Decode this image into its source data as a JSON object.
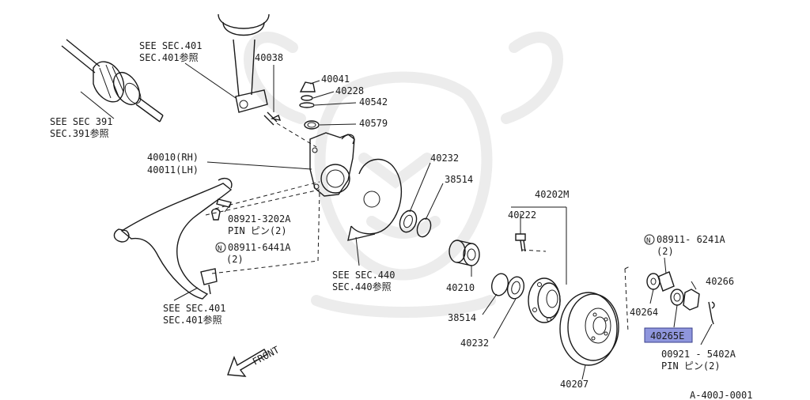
{
  "labels": {
    "see_sec401_top": "SEE  SEC.401",
    "sec401_top_jp": "SEC.401参照",
    "see_sec391": "SEE SEC 391",
    "sec391_jp": "SEC.391参照",
    "p40038": "40038",
    "p40041": "40041",
    "p40228": "40228",
    "p40542": "40542",
    "p40579": "40579",
    "p40010": "40010(RH)",
    "p40011": "40011(LH)",
    "p40232_top": "40232",
    "p38514_top": "38514",
    "p08921_3202a": "08921-3202A",
    "pin_2_a": "PIN ピン(2)",
    "p08911_6441a": "08911-6441A",
    "qty_2_a": "(2)",
    "see_sec440": "SEE SEC.440",
    "sec440_jp": "SEC.440参照",
    "p40202m": "40202M",
    "p40222": "40222",
    "p40210": "40210",
    "p38514_bottom": "38514",
    "p40232_bottom": "40232",
    "see_sec401_bottom": "SEE SEC.401",
    "sec401_bottom_jp": "SEC.401参照",
    "front": "FRONT",
    "p08911_6241a": "08911- 6241A",
    "qty_2_b": "(2)",
    "p40266": "40266",
    "p40264": "40264",
    "p40265e": "40265E",
    "p00921_5402a": "00921 - 5402A",
    "pin_2_b": "PIN ピン(2)",
    "p40207": "40207",
    "ref_code": "A-400J-0001",
    "circle_n": "N"
  },
  "colors": {
    "line": "#1a1a1a",
    "highlight_fill": "#8f96dd",
    "watermark": "#ececec"
  }
}
